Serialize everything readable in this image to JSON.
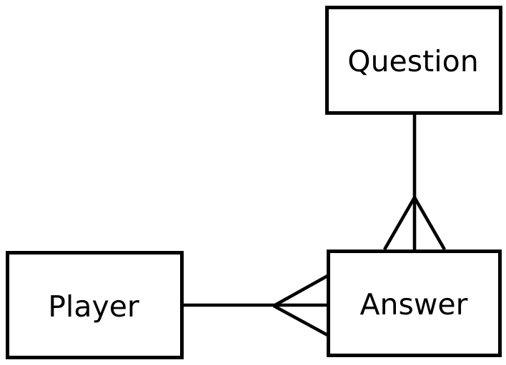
{
  "diagram": {
    "type": "entity-relationship-diagram",
    "background_color": "#ffffff",
    "stroke_color": "#000000",
    "text_color": "#000000",
    "entities": [
      {
        "id": "question",
        "label": "Question"
      },
      {
        "id": "player",
        "label": "Player"
      },
      {
        "id": "answer",
        "label": "Answer"
      }
    ],
    "relationships": [
      {
        "from": "Question",
        "to": "Answer",
        "cardinality_marker": "crow-foot-many",
        "marker_location": "top edge of Answer"
      },
      {
        "from": "Player",
        "to": "Answer",
        "cardinality_marker": "crow-foot-many",
        "marker_location": "left edge of Answer"
      }
    ]
  }
}
